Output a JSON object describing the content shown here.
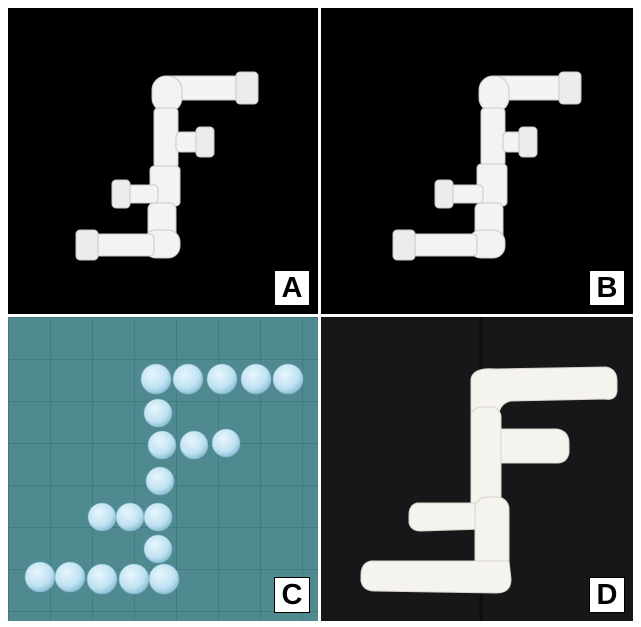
{
  "panels": [
    {
      "label": "A",
      "subject": "pvc-pipe-model"
    },
    {
      "label": "B",
      "subject": "pvc-pipe-model"
    },
    {
      "label": "C",
      "subject": "foam-ball-model"
    },
    {
      "label": "D",
      "subject": "clay-model"
    }
  ],
  "colors": {
    "frame": "#ffffff",
    "dark_background": "#000000",
    "grid_board": "#4f8a90",
    "pipe_white": "#f3f3f3",
    "foam_blue": "#bfe2f2",
    "clay_white": "#f5f3ee"
  }
}
